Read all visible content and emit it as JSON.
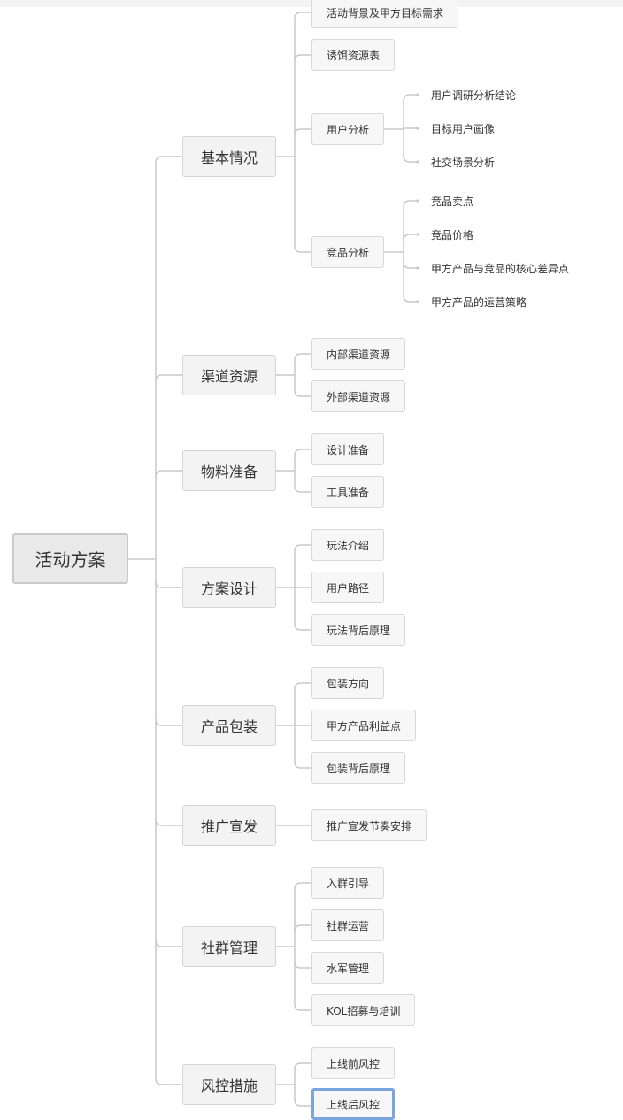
{
  "root": {
    "label": "活动方案"
  },
  "categories": [
    {
      "label": "基本情况",
      "children": [
        {
          "label": "活动背景及甲方目标需求"
        },
        {
          "label": "诱饵资源表"
        },
        {
          "label": "用户分析",
          "children": [
            {
              "label": "用户调研分析结论"
            },
            {
              "label": "目标用户画像"
            },
            {
              "label": "社交场景分析"
            }
          ]
        },
        {
          "label": "竞品分析",
          "children": [
            {
              "label": "竞品卖点"
            },
            {
              "label": "竞品价格"
            },
            {
              "label": "甲方产品与竞品的核心差异点"
            },
            {
              "label": "甲方产品的运营策略"
            }
          ]
        }
      ]
    },
    {
      "label": "渠道资源",
      "children": [
        {
          "label": "内部渠道资源"
        },
        {
          "label": "外部渠道资源"
        }
      ]
    },
    {
      "label": "物料准备",
      "children": [
        {
          "label": "设计准备"
        },
        {
          "label": "工具准备"
        }
      ]
    },
    {
      "label": "方案设计",
      "children": [
        {
          "label": "玩法介绍"
        },
        {
          "label": "用户路径"
        },
        {
          "label": "玩法背后原理"
        }
      ]
    },
    {
      "label": "产品包装",
      "children": [
        {
          "label": "包装方向"
        },
        {
          "label": "甲方产品利益点"
        },
        {
          "label": "包装背后原理"
        }
      ]
    },
    {
      "label": "推广宣发",
      "children": [
        {
          "label": "推广宣发节奏安排"
        }
      ]
    },
    {
      "label": "社群管理",
      "children": [
        {
          "label": "入群引导"
        },
        {
          "label": "社群运营"
        },
        {
          "label": "水军管理"
        },
        {
          "label": "KOL招募与培训"
        }
      ]
    },
    {
      "label": "风控措施",
      "children": [
        {
          "label": "上线前风控"
        },
        {
          "label": "上线后风控",
          "selected": true
        }
      ]
    }
  ],
  "colors": {
    "connector": "#c8c8c8",
    "selected_border": "#7aa5dd"
  }
}
